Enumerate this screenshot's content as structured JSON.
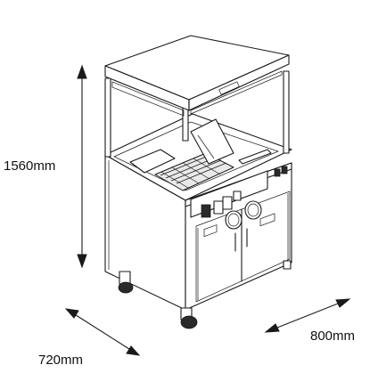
{
  "dimensions": {
    "height": "1560mm",
    "depth": "720mm",
    "width": "800mm"
  },
  "colors": {
    "line": "#1a1a1a",
    "background": "#ffffff"
  }
}
